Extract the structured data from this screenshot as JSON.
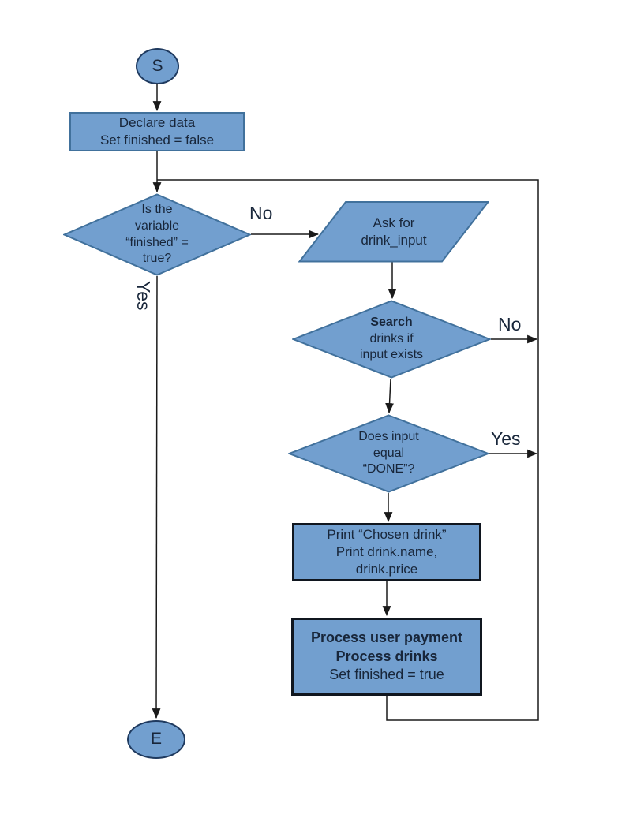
{
  "colors": {
    "shape_fill": "#729fcf",
    "shape_stroke": "#41719c",
    "dark_box_stroke": "#10161f",
    "terminal_stroke": "#1f3a5f",
    "text": "#18263a",
    "connector": "#1a1a1a"
  },
  "nodes": {
    "start": {
      "label": "S"
    },
    "declare": {
      "lines": [
        "Declare data",
        "Set finished = false"
      ]
    },
    "finished_check": {
      "lines": [
        "Is the",
        "variable",
        "“finished” =",
        "true?"
      ]
    },
    "ask_input": {
      "lines": [
        "Ask for",
        "drink_input"
      ]
    },
    "search_drinks": {
      "lines": [
        "Search",
        "drinks if",
        "input exists"
      ]
    },
    "done_check": {
      "lines": [
        "Does input",
        "equal",
        "“DONE”?"
      ]
    },
    "print_drink": {
      "lines": [
        "Print “Chosen drink”",
        "Print drink.name,",
        "drink.price"
      ]
    },
    "process_payment": {
      "lines": [
        "Process user payment",
        "Process drinks",
        "Set finished = true"
      ]
    },
    "end": {
      "label": "E"
    }
  },
  "edge_labels": {
    "finished_no": "No",
    "finished_yes": "Yes",
    "search_no": "No",
    "done_yes": "Yes"
  }
}
